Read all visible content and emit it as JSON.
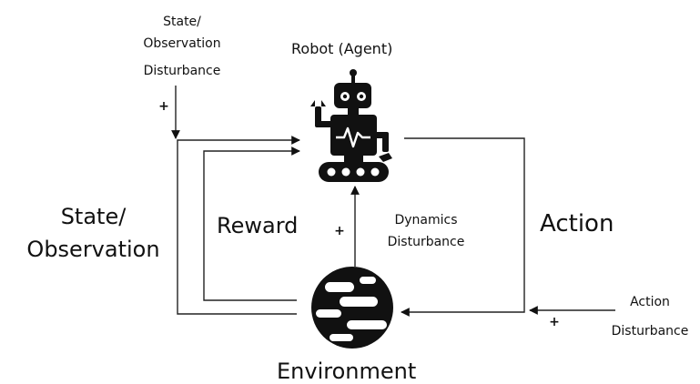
{
  "labels": {
    "robot_agent": "Robot (Agent)",
    "environment": "Environment",
    "state_observation_line1": "State/",
    "state_observation_line2": "Observation",
    "reward": "Reward",
    "action": "Action",
    "dynamics_line1": "Dynamics",
    "dynamics_line2": "Disturbance",
    "state_dist_line1": "State/",
    "state_dist_line2": "Observation",
    "state_dist_line3": "Disturbance",
    "action_dist_line1": "Action",
    "action_dist_line2": "Disturbance",
    "plus_sign": "+"
  },
  "icons": {
    "agent": "robot-icon",
    "environment": "planet-icon"
  }
}
